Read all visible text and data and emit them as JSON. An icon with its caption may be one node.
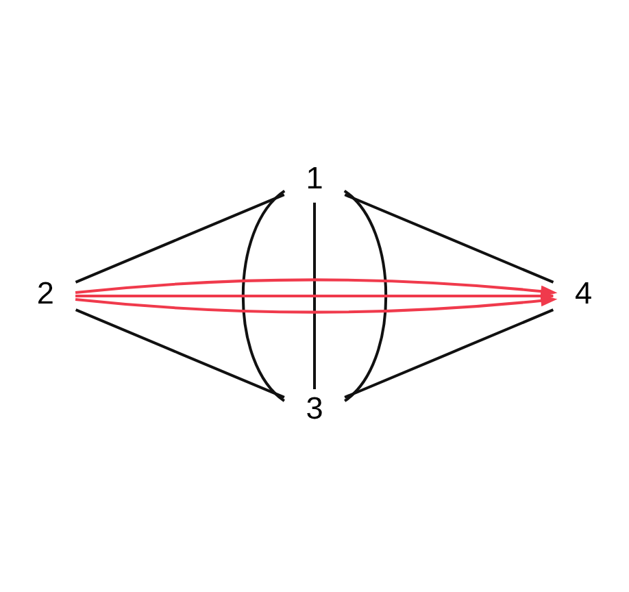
{
  "diagram": {
    "nodes": [
      {
        "text": [
          "1"
        ]
      },
      {
        "text": [
          "2"
        ]
      },
      {
        "text": [
          "3"
        ]
      },
      {
        "text": [
          "4"
        ]
      }
    ],
    "edges": [
      {
        "from": 0,
        "to": 1,
        "arrow": "none"
      },
      {
        "from": 0,
        "to": 2,
        "arrow": "none"
      },
      {
        "from": 0,
        "to": 3,
        "arrow": "none"
      },
      {
        "from": 3,
        "to": 2,
        "arrow": "none"
      },
      {
        "from": 1,
        "to": 2,
        "arrow": "none"
      },
      {
        "from": 0,
        "to": 2,
        "arrow": "none"
      },
      {
        "from": 0,
        "to": 2,
        "arrow": "none"
      },
      {
        "from": 1,
        "to": 3,
        "arrow": "to",
        "color": "#f03a4c"
      },
      {
        "from": 3,
        "to": 1,
        "arrow": "none",
        "color": "#f03a4c"
      },
      {
        "from": 1,
        "to": 3,
        "arrow": "to",
        "color": "#f03a4c"
      }
    ]
  }
}
